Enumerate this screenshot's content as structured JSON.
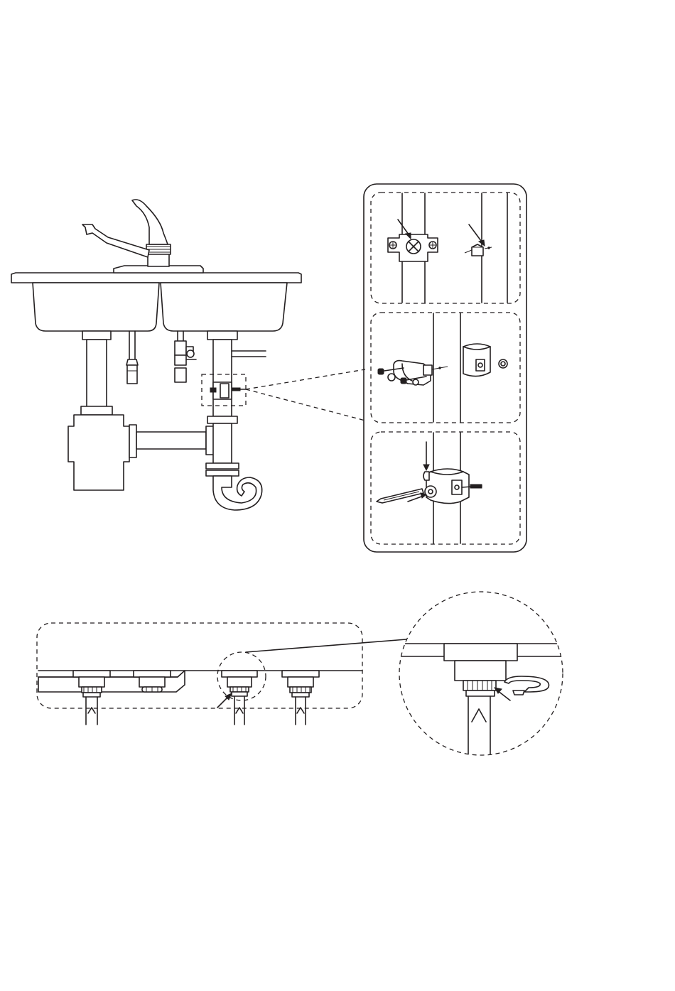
{
  "figure": {
    "colors": {
      "line": "#231f20",
      "background": "#ffffff"
    },
    "views": [
      {
        "id": "under-sink-overview",
        "icon": "sink-plumbing-diagram"
      },
      {
        "id": "clamp-step-1",
        "icon": "drain-clamp-mark-hole"
      },
      {
        "id": "clamp-step-2",
        "icon": "drain-clamp-assemble"
      },
      {
        "id": "clamp-step-3",
        "icon": "drain-clamp-drill"
      },
      {
        "id": "fitting-strip",
        "icon": "tube-fittings-row"
      },
      {
        "id": "fitting-magnifier",
        "icon": "locking-clip-detail"
      }
    ]
  }
}
